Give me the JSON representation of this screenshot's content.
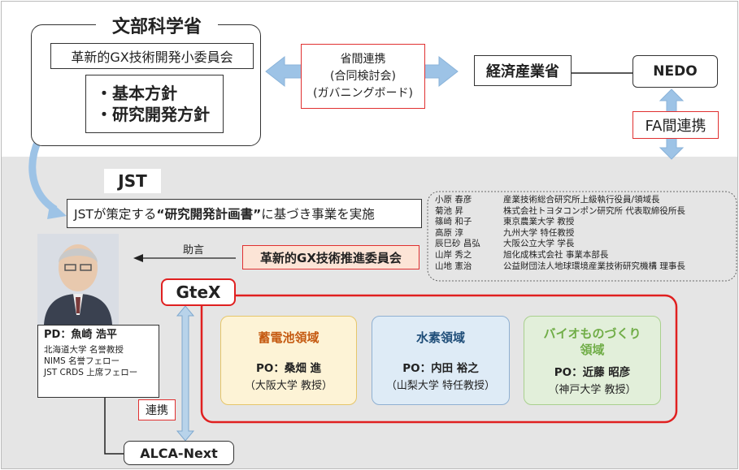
{
  "mext": {
    "title": "文部科学省",
    "subcommittee": "革新的GX技術開発小委員会",
    "policy1": "・基本方針",
    "policy2": "・研究開発方針"
  },
  "inter_ministry": [
    "省間連携",
    "(合同検討会)",
    "(ガバニングボード)"
  ],
  "meti": "経済産業省",
  "nedo": "NEDO",
  "fa_link": "FA間連携",
  "jst": {
    "label": "JST",
    "plan_prefix": "JSTが策定する",
    "plan_bold": "“研究開発計画書”",
    "plan_suffix": "に基づき事業を実施"
  },
  "advice": "助言",
  "committee": "革新的GX技術推進委員会",
  "members": [
    {
      "name": "小原 春彦",
      "role": "産業技術総合研究所上級執行役員/領域長"
    },
    {
      "name": "菊池 昇",
      "role": "株式会社トヨタコンポン研究所 代表取締役所長"
    },
    {
      "name": "篠崎 和子",
      "role": "東京農業大学 教授"
    },
    {
      "name": "高原 淳",
      "role": "九州大学 特任教授"
    },
    {
      "name": "辰巳砂 昌弘",
      "role": "大阪公立大学 学長"
    },
    {
      "name": "山岸 秀之",
      "role": "旭化成株式会社 事業本部長"
    },
    {
      "name": "山地 憲治",
      "role": "公益財団法人地球環境産業技術研究機構 理事長"
    }
  ],
  "pd": {
    "name": "PD：魚崎 浩平",
    "lines": [
      "北海道大学 名誉教授",
      "NIMS 名誉フェロー",
      "JST CRDS 上席フェロー"
    ]
  },
  "gtex": "GteX",
  "link": "連携",
  "alca": "ALCA-Next",
  "fields": [
    {
      "title": [
        "蓄電池領域"
      ],
      "po": "PO：桑畑 進",
      "affil": "（大阪大学 教授）",
      "bg": "#fdf3d6",
      "title_color": "#c55a11"
    },
    {
      "title": [
        "水素領域"
      ],
      "po": "PO：内田 裕之",
      "affil": "（山梨大学 特任教授）",
      "bg": "#deebf6",
      "title_color": "#1f4e79"
    },
    {
      "title": [
        "バイオものづくり",
        "領域"
      ],
      "po": "PO：近藤 昭彦",
      "affil": "（神戸大学 教授）",
      "bg": "#e2efda",
      "title_color": "#70ad47"
    }
  ],
  "colors": {
    "red": "#e02020",
    "arrow_blue": "#9dc3e6"
  }
}
